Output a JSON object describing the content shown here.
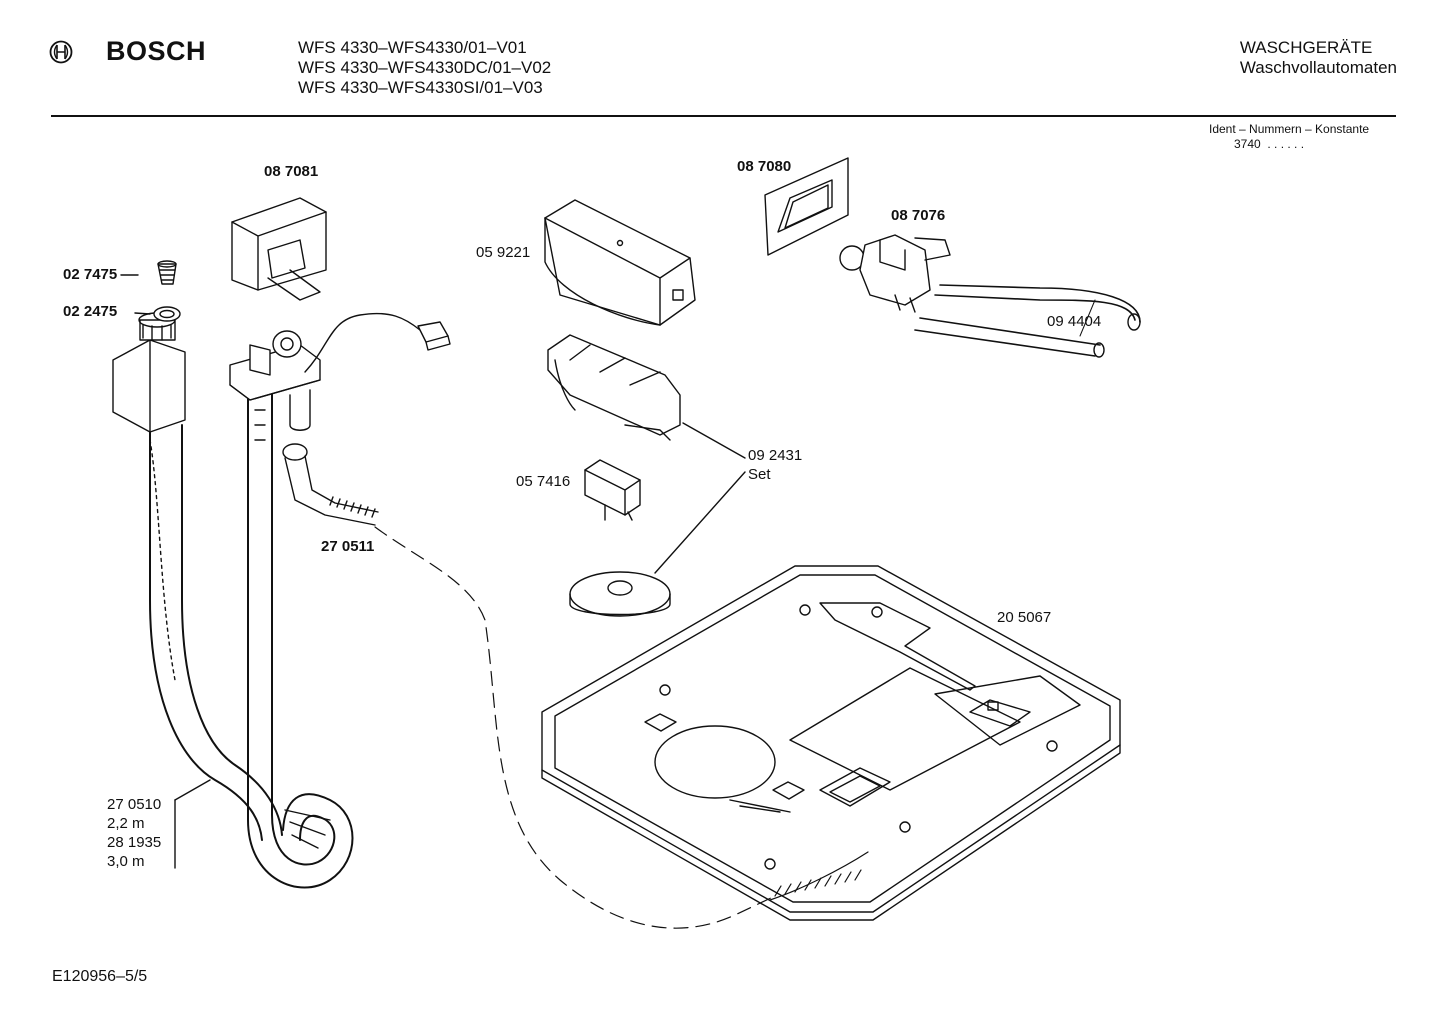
{
  "header": {
    "brand": "BOSCH",
    "models": [
      "WFS 4330–WFS4330/01–V01",
      "WFS 4330–WFS4330DC/01–V02",
      "WFS 4330–WFS4330SI/01–V03"
    ],
    "category": [
      "WASCHGERÄTE",
      "Waschvollautomaten"
    ]
  },
  "ident": {
    "title": "Ident – Nummern – Konstante",
    "value": "3740",
    "dots": ". .   . . . ."
  },
  "parts": {
    "p087081": "08 7081",
    "p027475": "02 7475",
    "p022475": "02 2475",
    "p059221": "05 9221",
    "p087080": "08 7080",
    "p087076": "08 7076",
    "p094404": "09 4404",
    "p092431": "09 2431",
    "p092431_note": "Set",
    "p057416": "05 7416",
    "p270511": "27 0511",
    "p205067": "20 5067",
    "hose_lines": [
      "27 0510",
      "2,2 m",
      "28 1935",
      "3,0 m"
    ]
  },
  "footer": {
    "doc_id": "E120956–5/5"
  },
  "colors": {
    "line": "#111111",
    "background": "#ffffff"
  }
}
